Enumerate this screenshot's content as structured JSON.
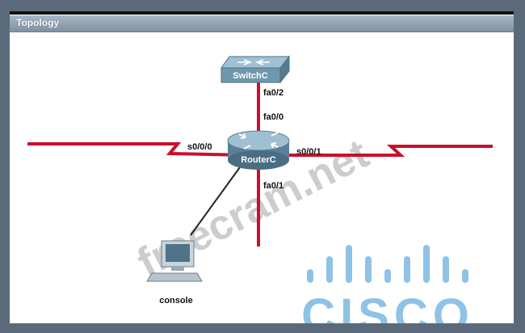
{
  "topology": {
    "title": "Topology",
    "devices": {
      "switch": "SwitchC",
      "router": "RouterC",
      "pc": "console"
    },
    "interfaces": {
      "switch_port": "fa0/2",
      "router_fa0_0": "fa0/0",
      "router_fa0_1": "fa0/1",
      "router_s0_0_0": "s0/0/0",
      "router_s0_0_1": "s0/0/1"
    },
    "watermark": "freecram.net",
    "logo": "CISCO",
    "colors": {
      "link_red": "#c8102e",
      "router_body": "#5b7f96",
      "switch_body": "#6f97ad",
      "logo_blue": "#8fc3e6"
    },
    "icons": [
      "router-icon",
      "switch-icon",
      "pc-icon",
      "cisco-logo"
    ]
  }
}
